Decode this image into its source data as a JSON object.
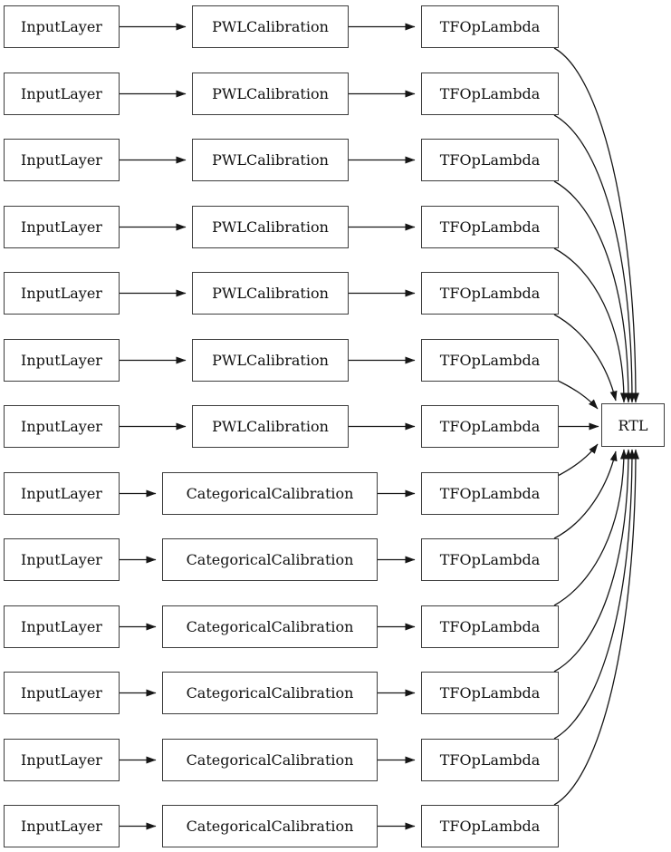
{
  "diagram": {
    "rows": [
      {
        "input": "InputLayer",
        "calibration": "PWLCalibration",
        "lambda": "TFOpLambda"
      },
      {
        "input": "InputLayer",
        "calibration": "PWLCalibration",
        "lambda": "TFOpLambda"
      },
      {
        "input": "InputLayer",
        "calibration": "PWLCalibration",
        "lambda": "TFOpLambda"
      },
      {
        "input": "InputLayer",
        "calibration": "PWLCalibration",
        "lambda": "TFOpLambda"
      },
      {
        "input": "InputLayer",
        "calibration": "PWLCalibration",
        "lambda": "TFOpLambda"
      },
      {
        "input": "InputLayer",
        "calibration": "PWLCalibration",
        "lambda": "TFOpLambda"
      },
      {
        "input": "InputLayer",
        "calibration": "PWLCalibration",
        "lambda": "TFOpLambda"
      },
      {
        "input": "InputLayer",
        "calibration": "CategoricalCalibration",
        "lambda": "TFOpLambda"
      },
      {
        "input": "InputLayer",
        "calibration": "CategoricalCalibration",
        "lambda": "TFOpLambda"
      },
      {
        "input": "InputLayer",
        "calibration": "CategoricalCalibration",
        "lambda": "TFOpLambda"
      },
      {
        "input": "InputLayer",
        "calibration": "CategoricalCalibration",
        "lambda": "TFOpLambda"
      },
      {
        "input": "InputLayer",
        "calibration": "CategoricalCalibration",
        "lambda": "TFOpLambda"
      },
      {
        "input": "InputLayer",
        "calibration": "CategoricalCalibration",
        "lambda": "TFOpLambda"
      }
    ],
    "output": {
      "label": "RTL"
    }
  },
  "colors": {
    "background": "#ffffff",
    "node_fill": "#ffffff",
    "node_border": "#3d3d3d",
    "edge": "#161616"
  }
}
